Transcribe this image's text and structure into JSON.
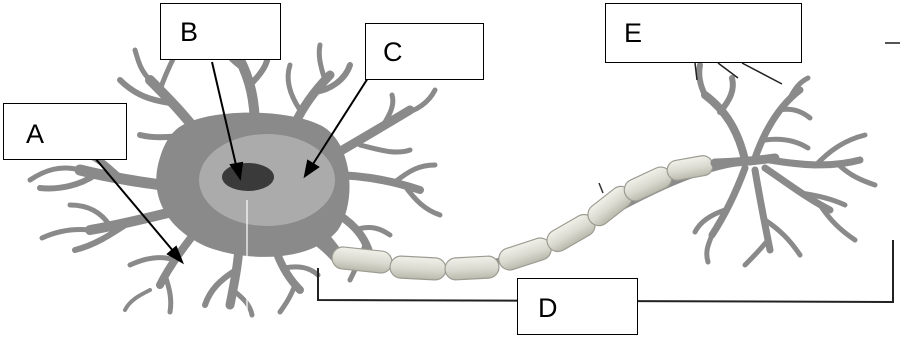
{
  "labels": {
    "a": "A",
    "b": "B",
    "c": "C",
    "d": "D",
    "e": "E"
  },
  "colors": {
    "cell_body": "#8a8a8a",
    "cytoplasm": "#ababab",
    "nucleus": "#3a3a3a",
    "myelin": "#dcdcd2",
    "ink": "#000000"
  }
}
